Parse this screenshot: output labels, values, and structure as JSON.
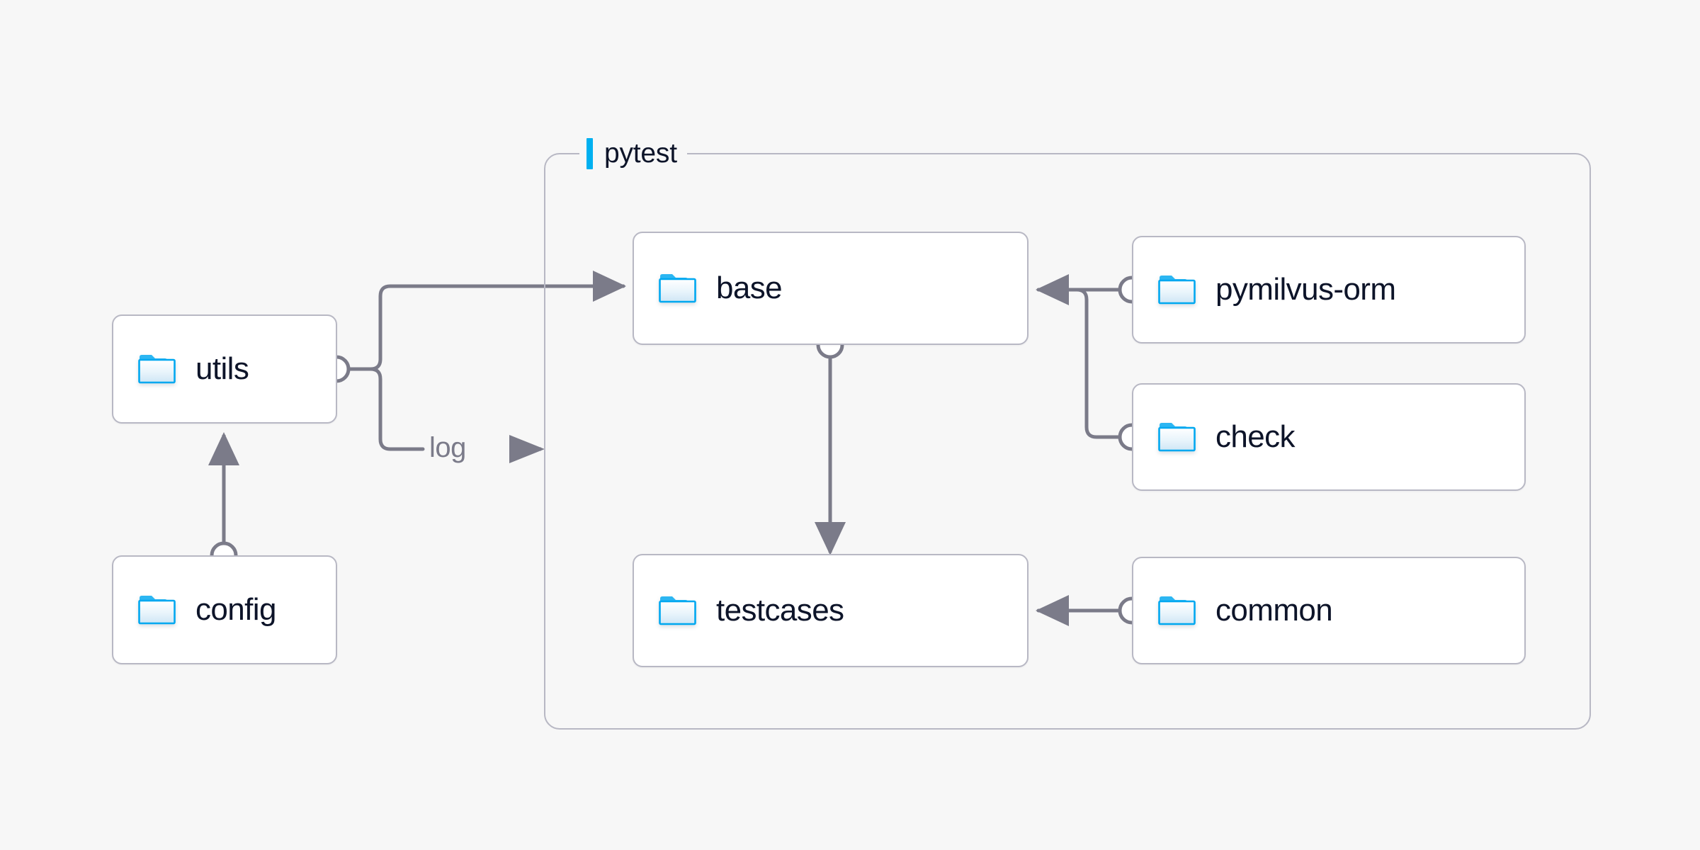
{
  "canvas": {
    "background": "#f7f7f7",
    "wire_color": "#7b7b89",
    "node_border": "#b8b8c4",
    "node_fill": "#ffffff",
    "text_color": "#0d1429",
    "accent_color": "#00b0f0",
    "folder_icon": "folder-icon"
  },
  "group": {
    "label": "pytest",
    "accent": "#00b0f0"
  },
  "nodes": [
    {
      "id": "utils",
      "label": "utils",
      "icon": "folder-icon"
    },
    {
      "id": "config",
      "label": "config",
      "icon": "folder-icon"
    },
    {
      "id": "base",
      "label": "base",
      "icon": "folder-icon"
    },
    {
      "id": "testcases",
      "label": "testcases",
      "icon": "folder-icon"
    },
    {
      "id": "pymilvus-orm",
      "label": "pymilvus-orm",
      "icon": "folder-icon"
    },
    {
      "id": "check",
      "label": "check",
      "icon": "folder-icon"
    },
    {
      "id": "common",
      "label": "common",
      "icon": "folder-icon"
    }
  ],
  "edges": [
    {
      "from": "config",
      "to": "utils",
      "label": ""
    },
    {
      "from": "utils",
      "to": "base",
      "label": ""
    },
    {
      "from": "utils",
      "to": "pytest",
      "label": "log"
    },
    {
      "from": "base",
      "to": "testcases",
      "label": ""
    },
    {
      "from": "pymilvus-orm",
      "to": "base",
      "label": ""
    },
    {
      "from": "check",
      "to": "base",
      "label": ""
    },
    {
      "from": "common",
      "to": "testcases",
      "label": ""
    }
  ],
  "edge_labels": {
    "log": "log"
  }
}
